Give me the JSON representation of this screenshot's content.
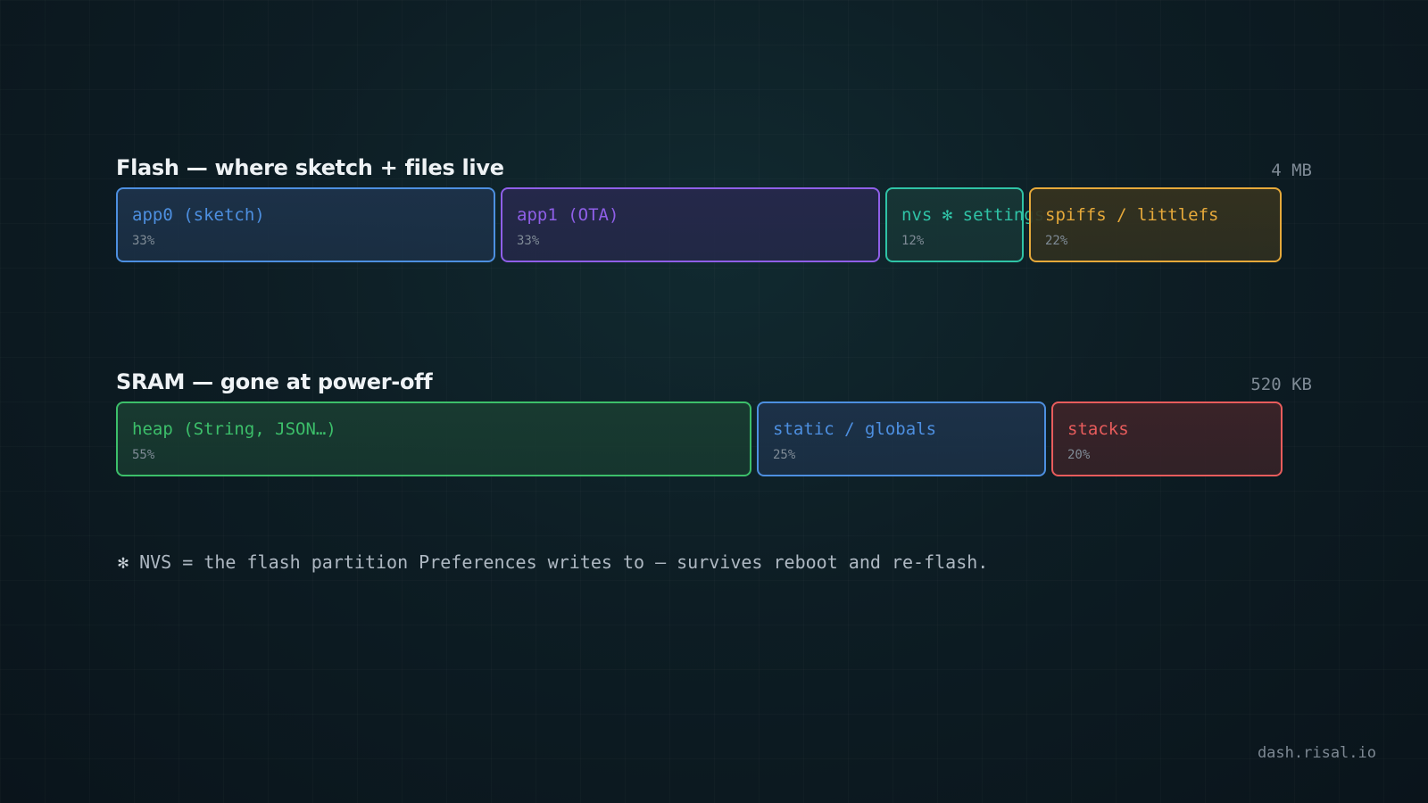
{
  "flash": {
    "title": "Flash — where sketch + files live",
    "size": "4 MB",
    "segments": [
      {
        "label": "app0 (sketch)",
        "pct": "33%",
        "share": 33,
        "color": "#4d8fe0",
        "fill": "#1c3148"
      },
      {
        "label": "app1 (OTA)",
        "pct": "33%",
        "share": 33,
        "color": "#8f5fe8",
        "fill": "#25284a"
      },
      {
        "label": "nvs ✻ settings",
        "pct": "12%",
        "share": 12,
        "color": "#2fc3a6",
        "fill": "#173535"
      },
      {
        "label": "spiffs / littlefs",
        "pct": "22%",
        "share": 22,
        "color": "#e6a93a",
        "fill": "#33311f"
      }
    ]
  },
  "sram": {
    "title": "SRAM — gone at power-off",
    "size": "520 KB",
    "segments": [
      {
        "label": "heap (String, JSON…)",
        "pct": "55%",
        "share": 55,
        "color": "#3cbf6a",
        "fill": "#183a30"
      },
      {
        "label": "static / globals",
        "pct": "25%",
        "share": 25,
        "color": "#4d8fe0",
        "fill": "#1c3148"
      },
      {
        "label": "stacks",
        "pct": "20%",
        "share": 20,
        "color": "#e85c5c",
        "fill": "#3a2328"
      }
    ]
  },
  "footnote": {
    "star": "✻",
    "text": "NVS = the flash partition Preferences writes to — survives reboot and re-flash."
  },
  "watermark": "dash.risal.io"
}
